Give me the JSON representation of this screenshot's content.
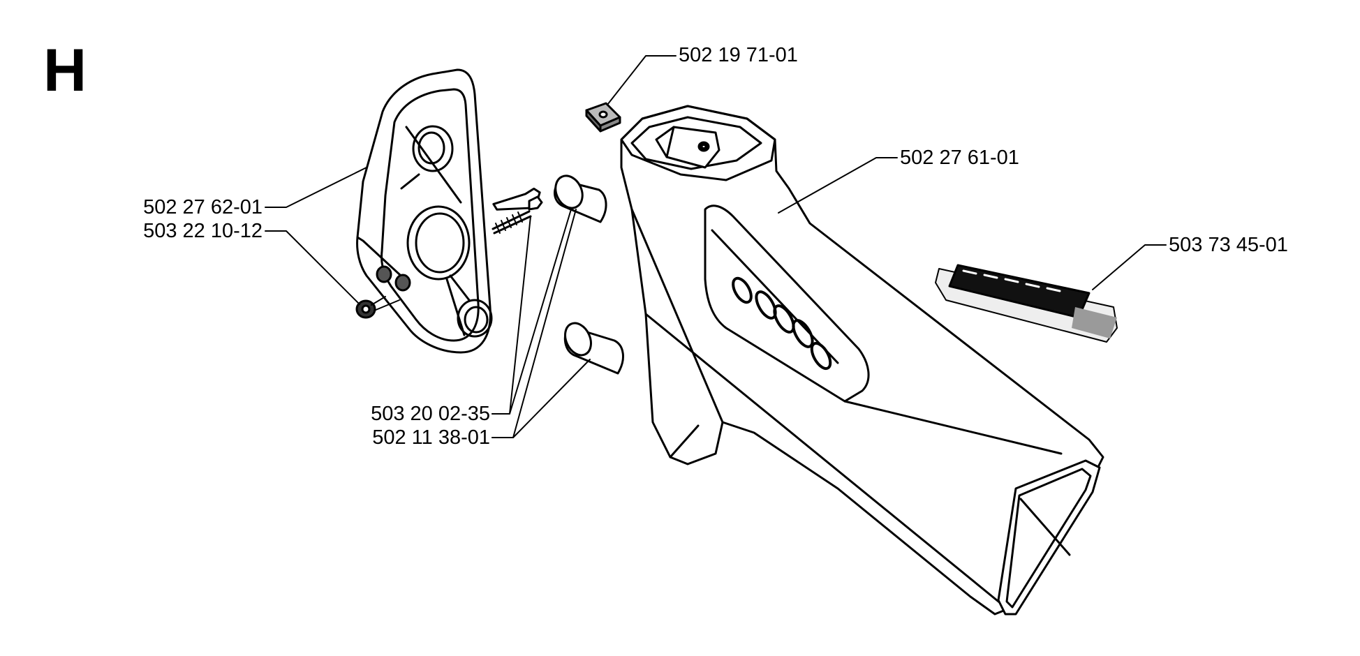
{
  "section_letter": "H",
  "parts": {
    "nut_square": "502 19 71-01",
    "handle_housing": "502 27 61-01",
    "decal": "503 73 45-01",
    "handle_cover": "502 27 62-01",
    "nut": "503 22 10-12",
    "screw": "503 20 02-35",
    "bushing": "502 11 38-01"
  }
}
